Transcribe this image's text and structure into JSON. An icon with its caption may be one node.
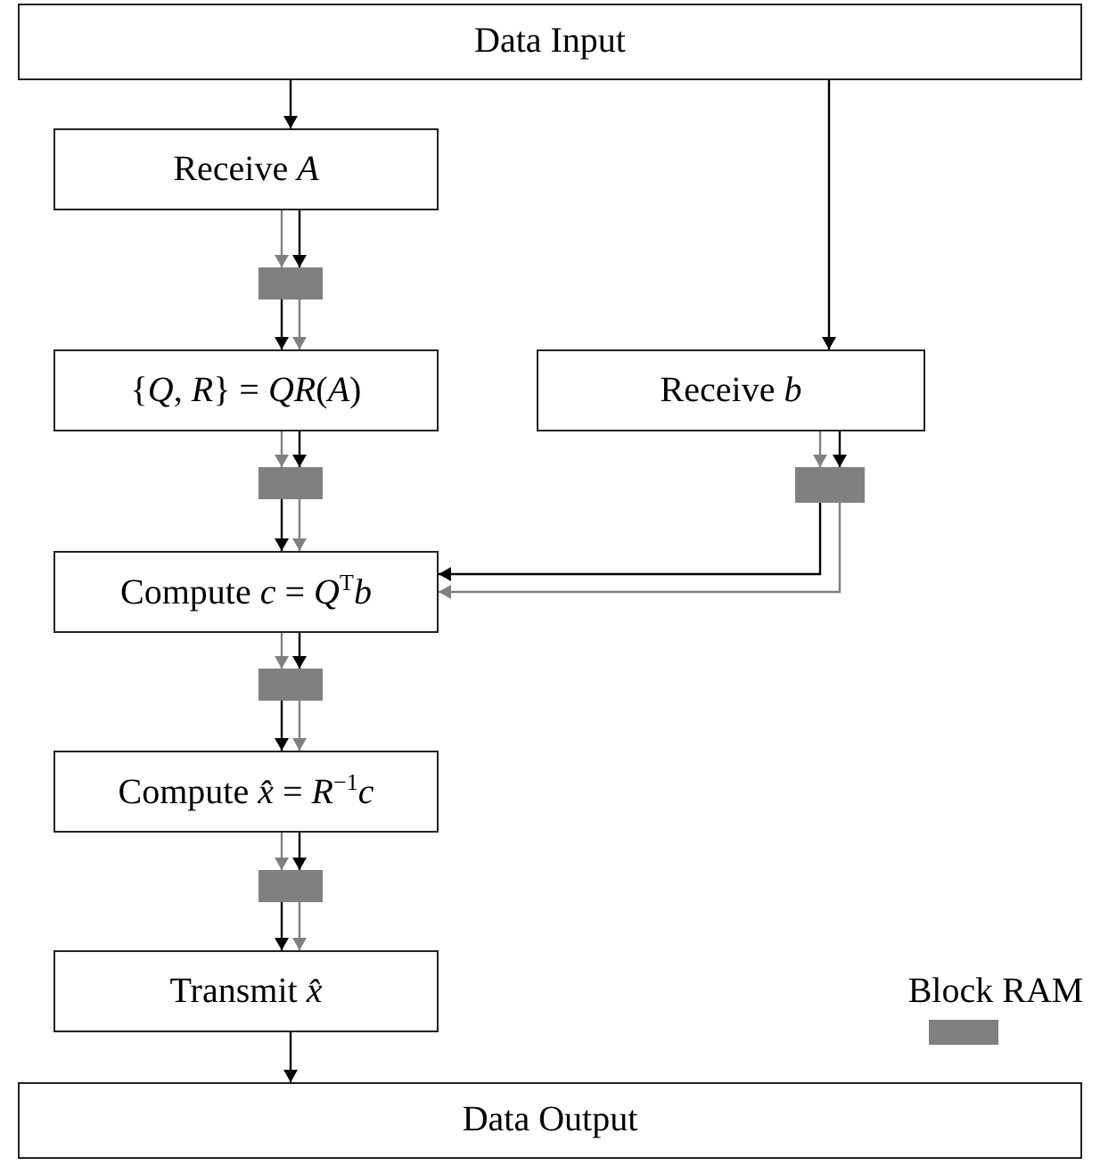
{
  "diagram": {
    "nodes": [
      {
        "text": [
          "Data Input"
        ]
      },
      {
        "text": [
          "Receive *A*"
        ]
      },
      {
        "text": [],
        "shape": "bar"
      },
      {
        "text": [
          "{*Q*, *R*} = *QR*(*A*)"
        ]
      },
      {
        "text": [
          "Receive *b*"
        ]
      },
      {
        "text": [],
        "shape": "bar"
      },
      {
        "text": [],
        "shape": "bar"
      },
      {
        "text": [
          "Compute *c* = *Q*$^{T}$*b*"
        ]
      },
      {
        "text": [],
        "shape": "bar"
      },
      {
        "text": [
          "Compute *x̂* = *R*$^{−1}$*c*"
        ]
      },
      {
        "text": [],
        "shape": "bar"
      },
      {
        "text": [
          "Transmit *x̂*"
        ]
      },
      {
        "text": [
          "Data Output"
        ]
      }
    ],
    "edges": [
      {
        "from": 0,
        "to": 1,
        "arrow": "to"
      },
      {
        "from": 0,
        "to": 4,
        "arrow": "to"
      },
      {
        "from": 1,
        "to": 2,
        "arrow": "to",
        "color": "#808080"
      },
      {
        "from": 1,
        "to": 2,
        "arrow": "to"
      },
      {
        "from": 2,
        "to": 3,
        "arrow": "to"
      },
      {
        "from": 2,
        "to": 3,
        "arrow": "to",
        "color": "#808080"
      },
      {
        "from": 3,
        "to": 5,
        "arrow": "to",
        "color": "#808080"
      },
      {
        "from": 3,
        "to": 5,
        "arrow": "to"
      },
      {
        "from": 4,
        "to": 6,
        "arrow": "to",
        "color": "#808080"
      },
      {
        "from": 4,
        "to": 6,
        "arrow": "to"
      },
      {
        "from": 5,
        "to": 7,
        "arrow": "to"
      },
      {
        "from": 5,
        "to": 7,
        "arrow": "to",
        "color": "#808080"
      },
      {
        "from": 6,
        "to": 7,
        "arrow": "to"
      },
      {
        "from": 6,
        "to": 7,
        "arrow": "to",
        "color": "#808080"
      },
      {
        "from": 7,
        "to": 8,
        "arrow": "to",
        "color": "#808080"
      },
      {
        "from": 7,
        "to": 8,
        "arrow": "to"
      },
      {
        "from": 8,
        "to": 9,
        "arrow": "to"
      },
      {
        "from": 8,
        "to": 9,
        "arrow": "to",
        "color": "#808080"
      },
      {
        "from": 9,
        "to": 10,
        "arrow": "to",
        "color": "#808080"
      },
      {
        "from": 9,
        "to": 10,
        "arrow": "to"
      },
      {
        "from": 10,
        "to": 11,
        "arrow": "to"
      },
      {
        "from": 10,
        "to": 11,
        "arrow": "to",
        "color": "#808080"
      },
      {
        "from": 11,
        "to": 12,
        "arrow": "to"
      }
    ],
    "legend": [
      {
        "text": "Block RAM",
        "color": "#808080"
      }
    ]
  }
}
